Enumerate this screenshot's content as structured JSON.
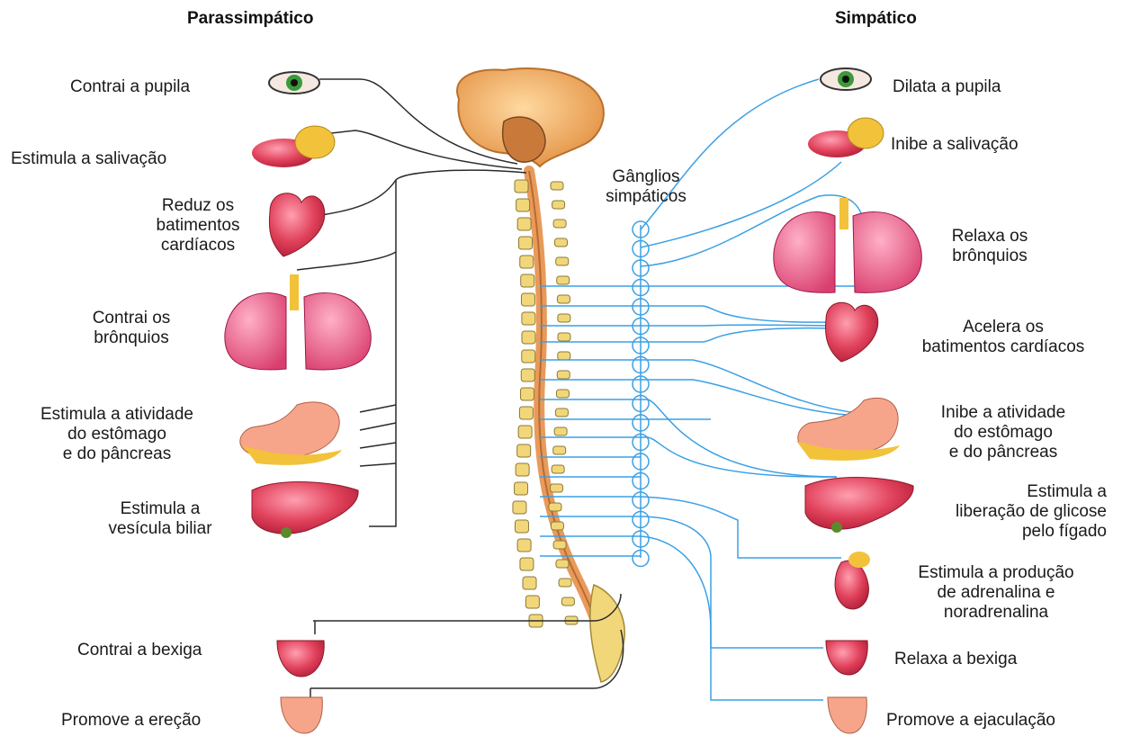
{
  "headings": {
    "parasympathetic": "Parassimpático",
    "sympathetic": "Simpático",
    "ganglia": "Gânglios\nsimpáticos"
  },
  "parasympathetic": [
    "Contrai a pupila",
    "Estimula a salivação",
    "Reduz os\nbatimentos\ncardíacos",
    "Contrai os\nbrônquios",
    "Estimula a atividade\ndo estômago\ne do pâncreas",
    "Estimula a\nvesícula biliar",
    "Contrai a bexiga",
    "Promove a ereção"
  ],
  "sympathetic": [
    "Dilata a pupila",
    "Inibe a salivação",
    "Relaxa os\nbrônquios",
    "Acelera os\nbatimentos cardíacos",
    "Inibe a atividade\ndo estômago\ne do pâncreas",
    "Estimula a\nliberação de glicose\npelo fígado",
    "Estimula a produção\nde adrenalina e\nnoradrenalina",
    "Relaxa a bexiga",
    "Promove a ejaculação"
  ],
  "colors": {
    "parasympathetic_nerve": "#2b2b2b",
    "sympathetic_nerve": "#3aa0e6",
    "organ": "#e0405a",
    "vertebra": "#f2d77a",
    "cord": "#e89a5a",
    "brain": "#f3b36a"
  },
  "icons": [
    "eye-icon",
    "salivary-gland-icon",
    "heart-icon",
    "lungs-icon",
    "stomach-icon",
    "liver-icon",
    "bladder-icon",
    "genitals-icon",
    "adrenal-kidney-icon",
    "brain-icon",
    "spinal-cord-icon"
  ]
}
